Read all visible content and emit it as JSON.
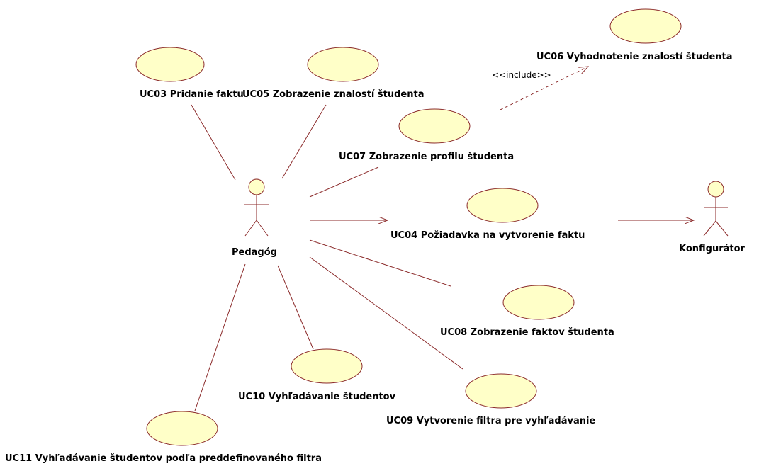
{
  "actors": {
    "pedagog": "Pedagóg",
    "konfigurator": "Konfigurátor"
  },
  "use_cases": {
    "uc03": "UC03 Pridanie faktu",
    "uc05": "UC05 Zobrazenie znalostí študenta",
    "uc06": "UC06 Vyhodnotenie znalostí študenta",
    "uc07": "UC07 Zobrazenie profilu študenta",
    "uc04": "UC04 Požiadavka na vytvorenie faktu",
    "uc08": "UC08 Zobrazenie faktov študenta",
    "uc10": "UC10 Vyhľadávanie študentov",
    "uc09": "UC09 Vytvorenie filtra pre vyhľadávanie",
    "uc11": "UC11 Vyhľadávanie študentov podľa preddefinovaného filtra"
  },
  "relations": {
    "include_label": "<<include>>"
  },
  "colors": {
    "line": "#8b2a2a",
    "ellipse_fill": "#ffffc8"
  }
}
